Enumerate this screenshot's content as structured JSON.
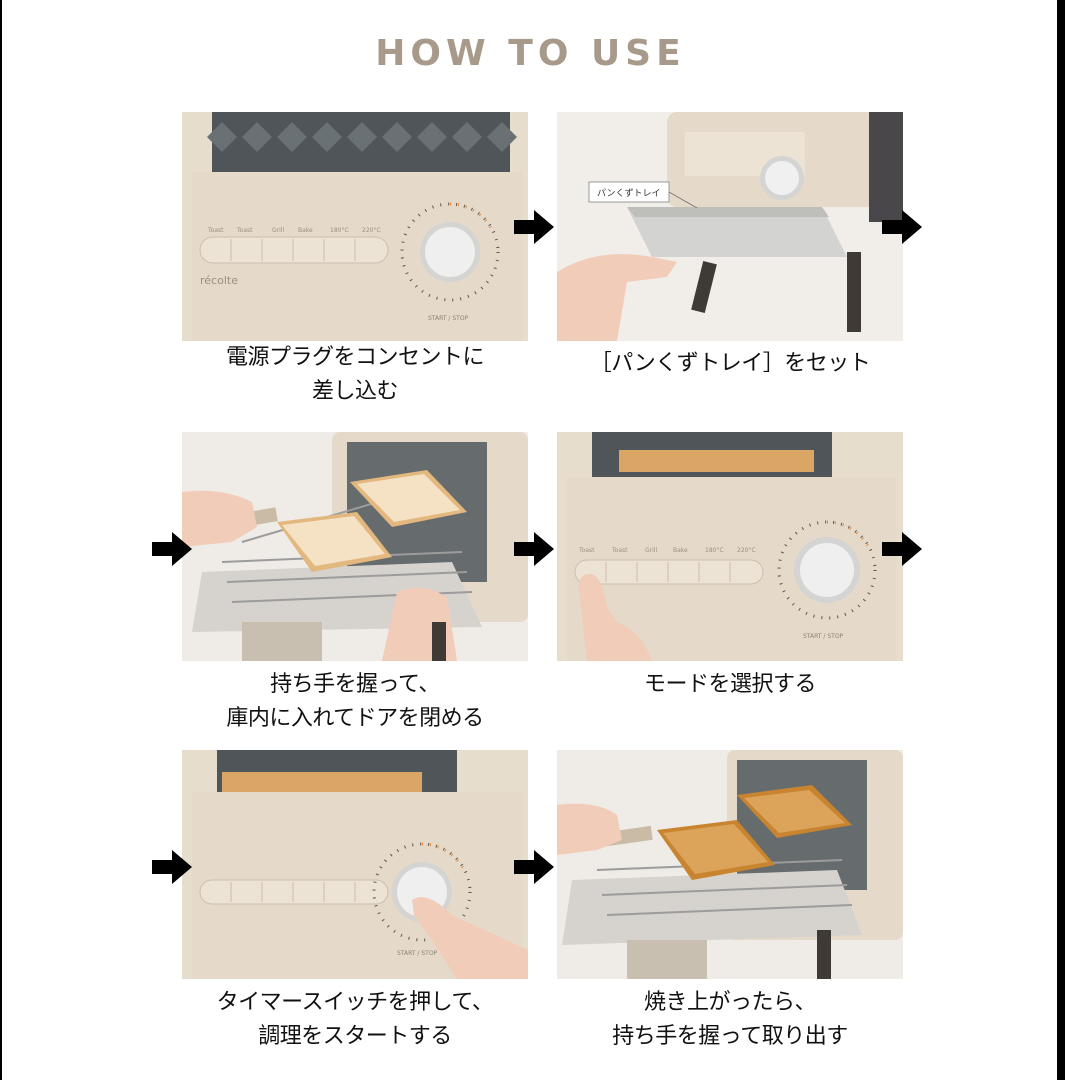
{
  "title": "HOW TO USE",
  "toaster": {
    "brand": "récolte",
    "buttons": [
      "Toast",
      "Toast",
      "Grill",
      "Bake",
      "180°C",
      "220°C"
    ],
    "dial_label": "START / STOP"
  },
  "steps": [
    {
      "caption_lines": [
        "電源プラグをコンセントに",
        "差し込む"
      ]
    },
    {
      "caption_lines": [
        "［パンくずトレイ］をセット"
      ],
      "callout": "パンくずトレイ"
    },
    {
      "caption_lines": [
        "持ち手を握って、",
        "庫内に入れてドアを閉める"
      ]
    },
    {
      "caption_lines": [
        "モードを選択する"
      ]
    },
    {
      "caption_lines": [
        "タイマースイッチを押して、",
        "調理をスタートする"
      ]
    },
    {
      "caption_lines": [
        "焼き上がったら、",
        "持ち手を握って取り出す"
      ]
    }
  ],
  "colors": {
    "title": "#a89a8a",
    "toaster_body": "#e4d9c8",
    "window": "#4f5558",
    "accent_orange": "#e98a3c",
    "bread": "#e0b57a",
    "arrow": "#000000"
  },
  "icons": [
    "arrow-right-icon"
  ]
}
